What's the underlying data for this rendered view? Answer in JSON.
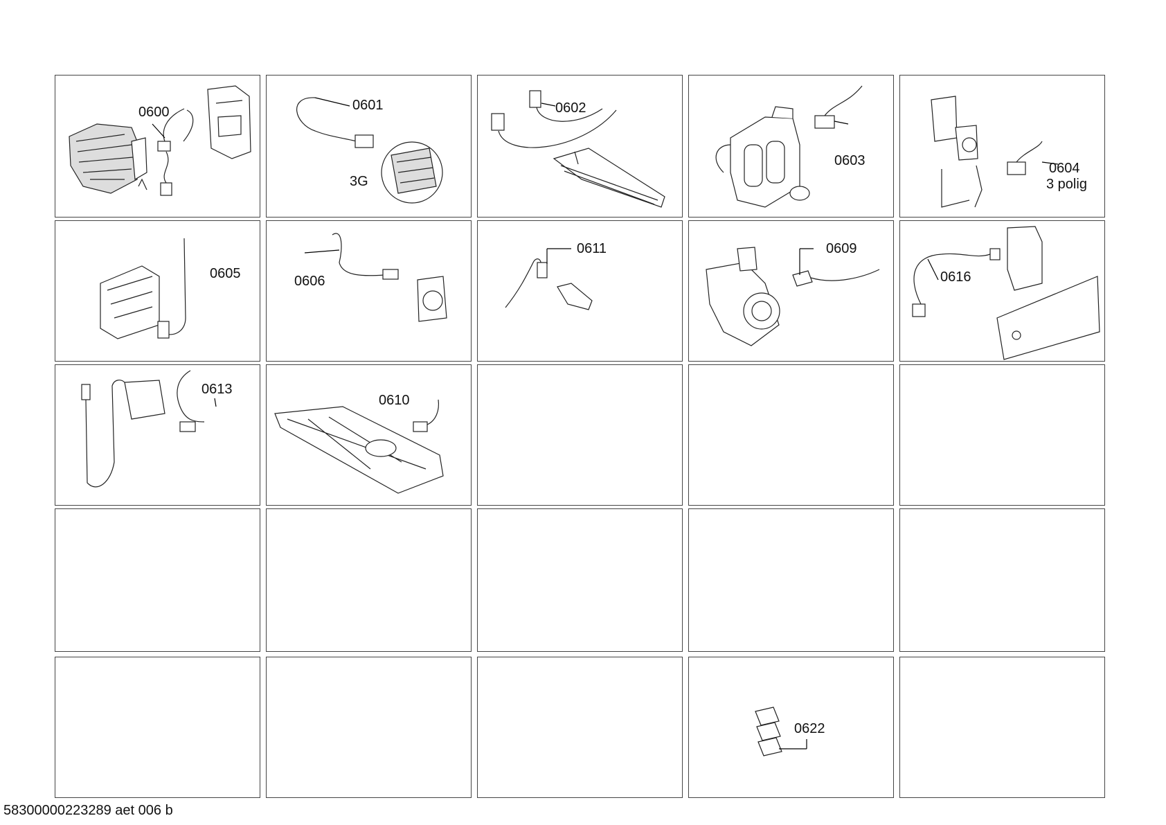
{
  "parts": {
    "p0600": {
      "label": "0600"
    },
    "p0601": {
      "label": "0601",
      "note": "3G"
    },
    "p0602": {
      "label": "0602"
    },
    "p0603": {
      "label": "0603"
    },
    "p0604": {
      "label": "0604",
      "note": "3 polig"
    },
    "p0605": {
      "label": "0605"
    },
    "p0606": {
      "label": "0606"
    },
    "p0611": {
      "label": "0611"
    },
    "p0609": {
      "label": "0609"
    },
    "p0616": {
      "label": "0616"
    },
    "p0613": {
      "label": "0613"
    },
    "p0610": {
      "label": "0610"
    },
    "p0622": {
      "label": "0622"
    }
  },
  "footer": {
    "document_code": "58300000223289 aet 006 b"
  }
}
